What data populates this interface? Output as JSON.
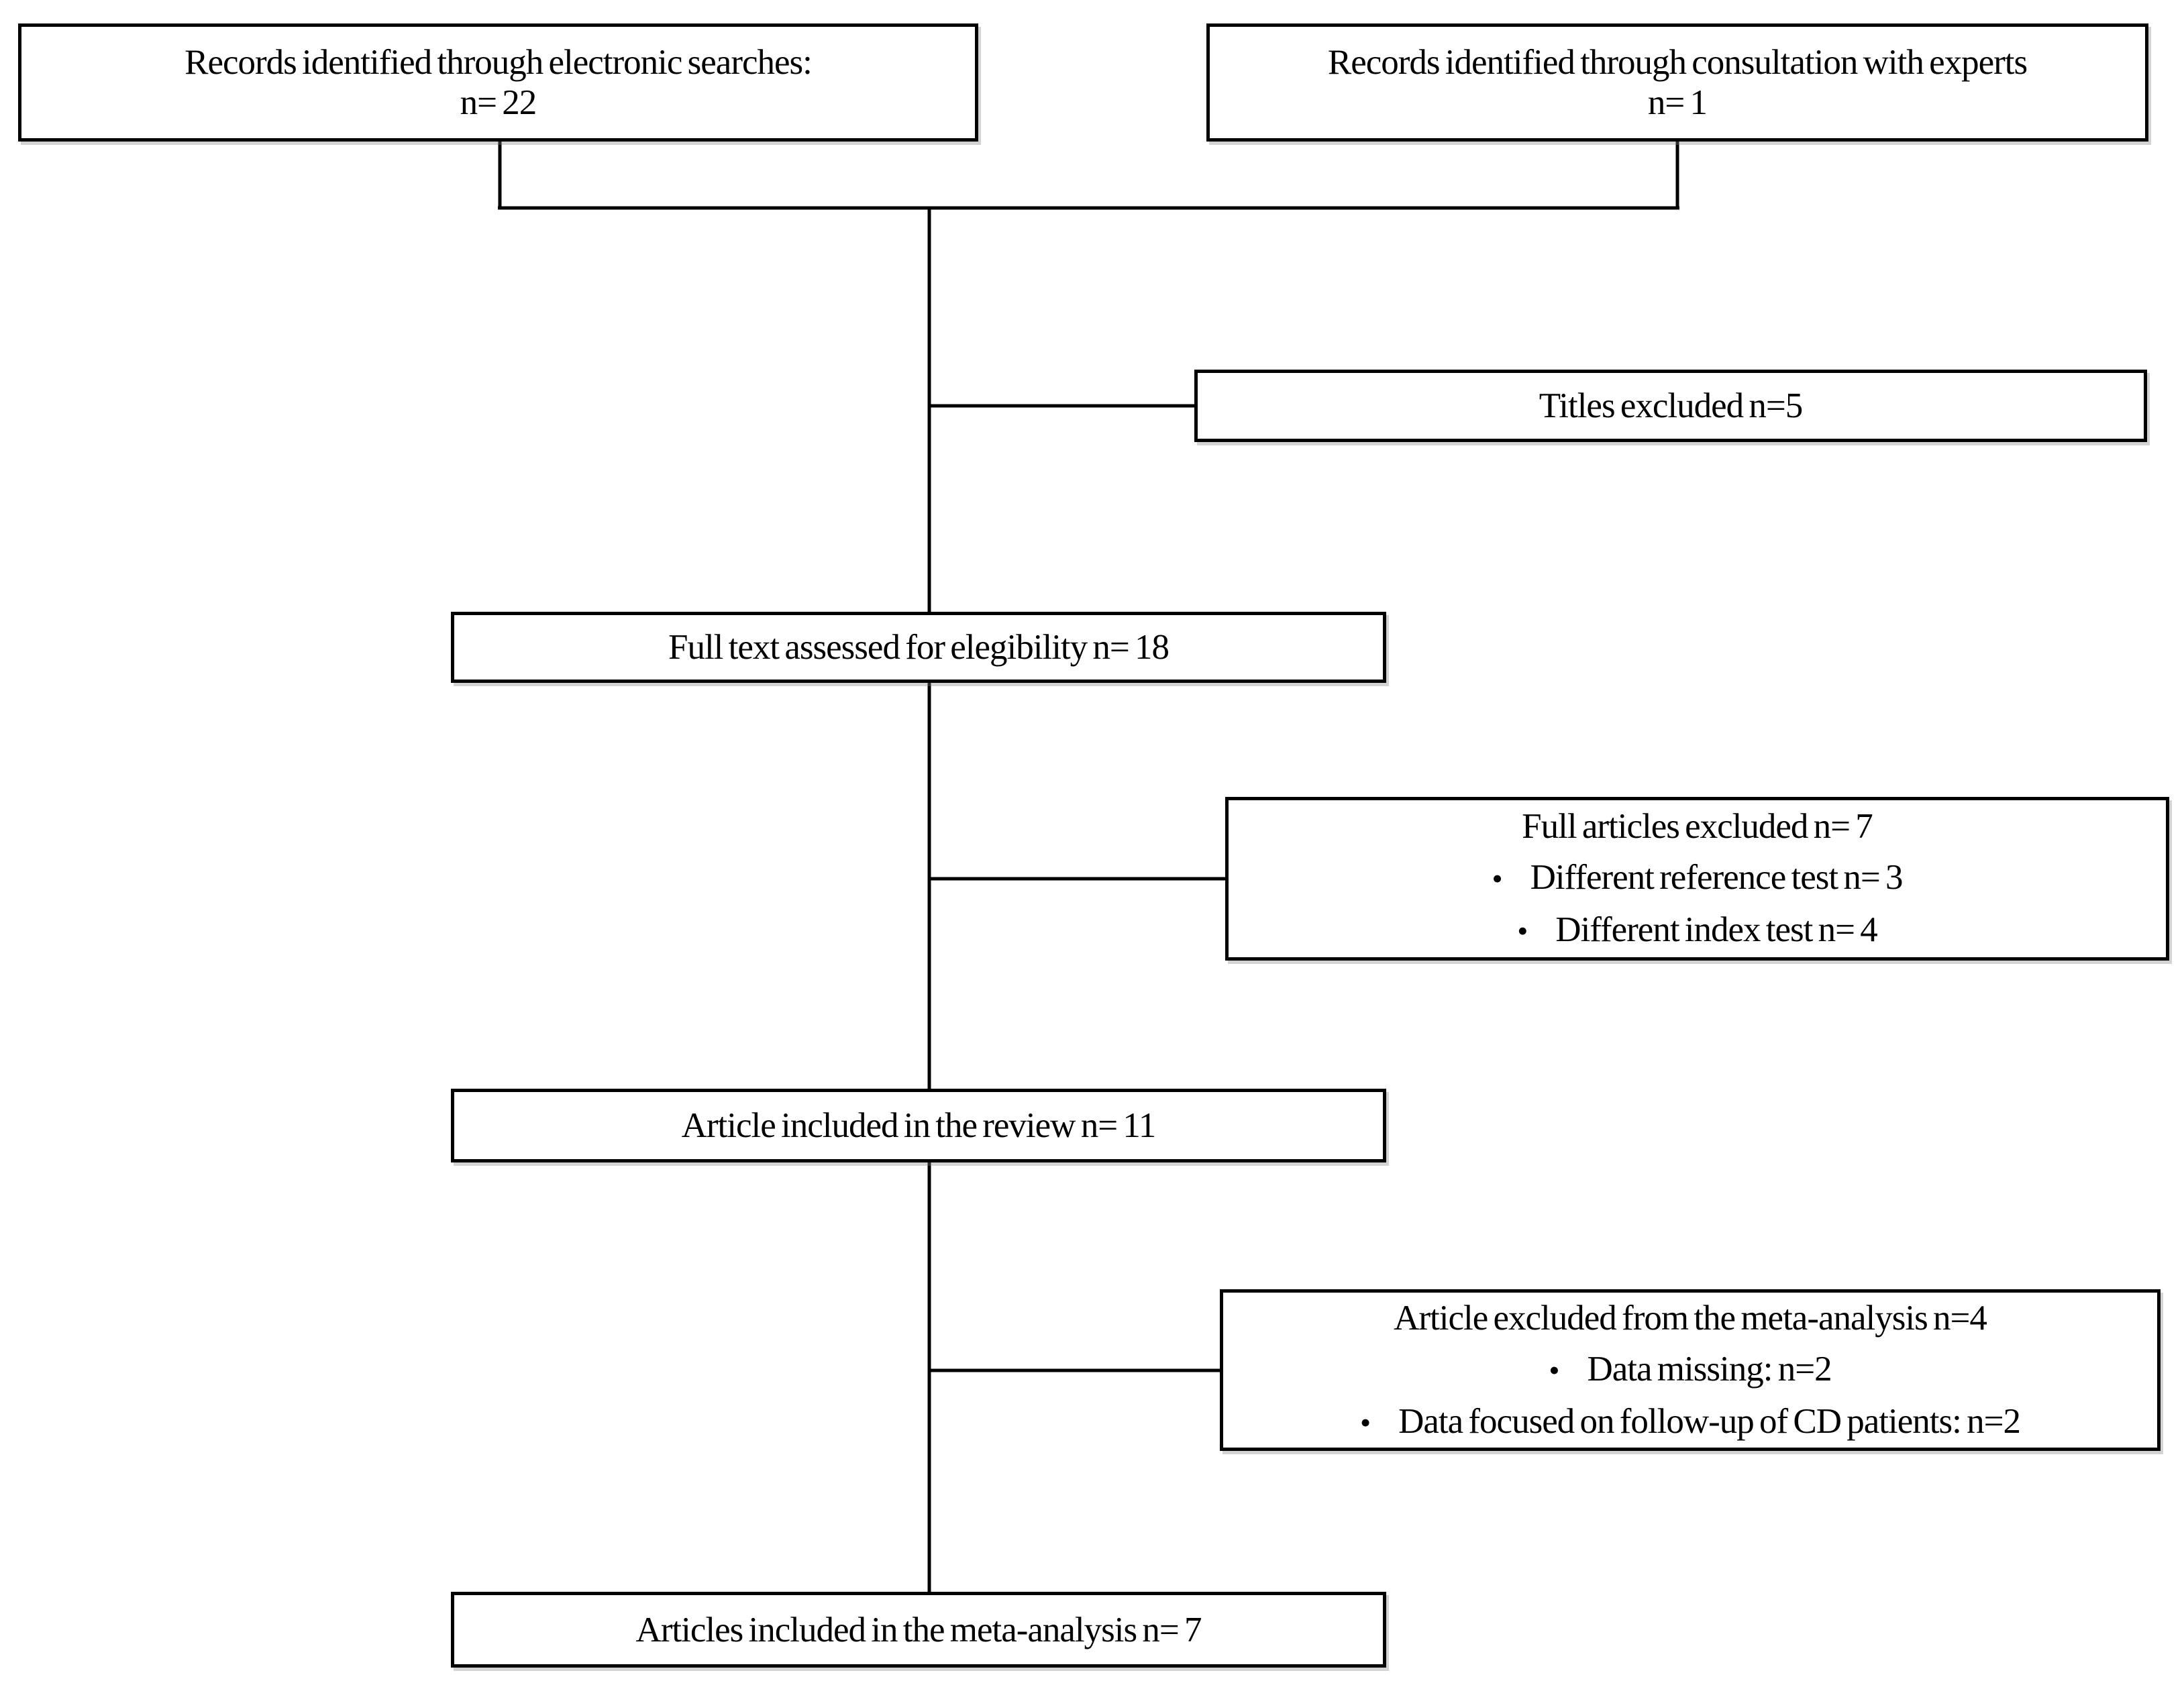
{
  "colors": {
    "background": "#ffffff",
    "line": "#000000",
    "text": "#000000"
  },
  "glyphs": {
    "bullet": "•"
  },
  "boxes": {
    "records_electronic": {
      "line1": "Records identified through electronic searches:",
      "line2": "n= 22"
    },
    "records_experts": {
      "line1": "Records identified through consultation with experts",
      "line2": "n= 1"
    },
    "titles_excluded": {
      "text": "Titles excluded n=5"
    },
    "full_text_assessed": {
      "text": "Full text assessed for elegibility n= 18"
    },
    "full_articles_excluded": {
      "title": "Full articles excluded n= 7",
      "bullets": [
        "Different reference test n= 3",
        "Different index test n= 4"
      ]
    },
    "article_included_review": {
      "text": "Article included in the review n= 11"
    },
    "article_excluded_meta": {
      "title": "Article excluded from the meta-analysis n=4",
      "bullets": [
        "Data missing: n=2",
        "Data focused on follow-up of CD patients: n=2"
      ]
    },
    "articles_included_meta": {
      "text": "Articles included in the meta-analysis n= 7"
    }
  }
}
